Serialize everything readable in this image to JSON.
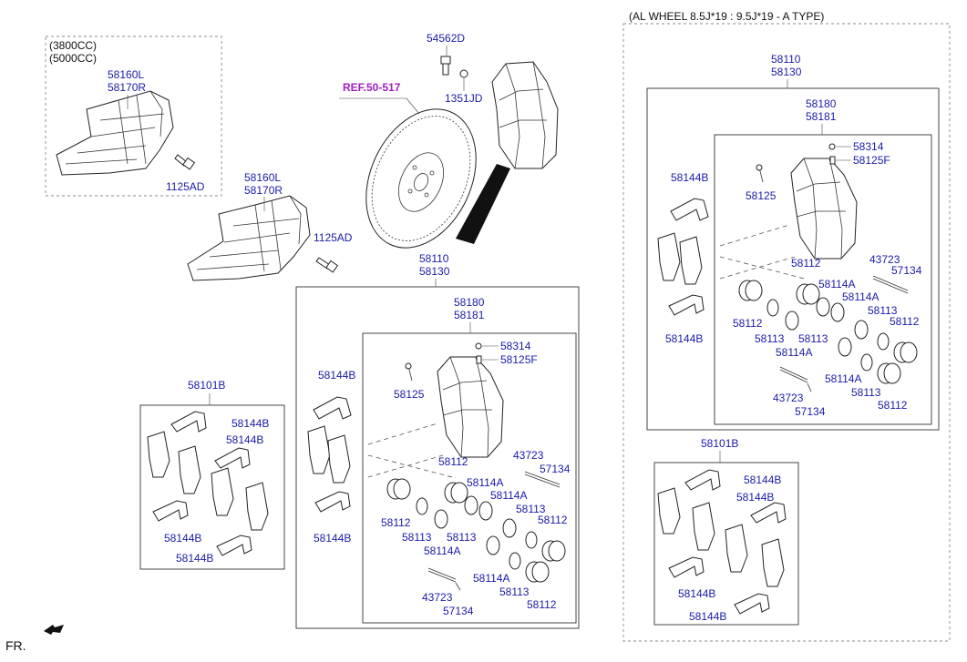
{
  "header_note": "(AL WHEEL 8.5J*19 : 9.5J*19 - A TYPE)",
  "engine_options": [
    "(3800CC)",
    "(5000CC)"
  ],
  "ref_label": "REF.50-517",
  "fr_label": "FR.",
  "left": {
    "shield_top": [
      "58160L",
      "58170R"
    ],
    "shield_top_bolt": "1125AD",
    "shield_bottom": [
      "58160L",
      "58170R"
    ],
    "shield_bottom_bolt": "1125AD",
    "bolt": "54562D",
    "washer": "1351JD",
    "caliper_assy": [
      "58110",
      "58130"
    ],
    "caliper": [
      "58180",
      "58181"
    ],
    "pad_kit": "58101B",
    "parts": {
      "bleeder_cap": "58314",
      "bleeder": "58125F",
      "pin": "58125",
      "piston": "58112",
      "seal": "58113",
      "boot": "58114A",
      "clip": "58144B",
      "spring_pin": "43723",
      "spring": "57134"
    }
  },
  "right": {
    "caliper_assy": [
      "58110",
      "58130"
    ],
    "caliper": [
      "58180",
      "58181"
    ],
    "pad_kit": "58101B",
    "parts": {
      "bleeder_cap": "58314",
      "bleeder": "58125F",
      "pin": "58125",
      "piston": "58112",
      "seal": "58113",
      "boot": "58114A",
      "clip": "58144B",
      "spring_pin": "43723",
      "spring": "57134"
    }
  }
}
